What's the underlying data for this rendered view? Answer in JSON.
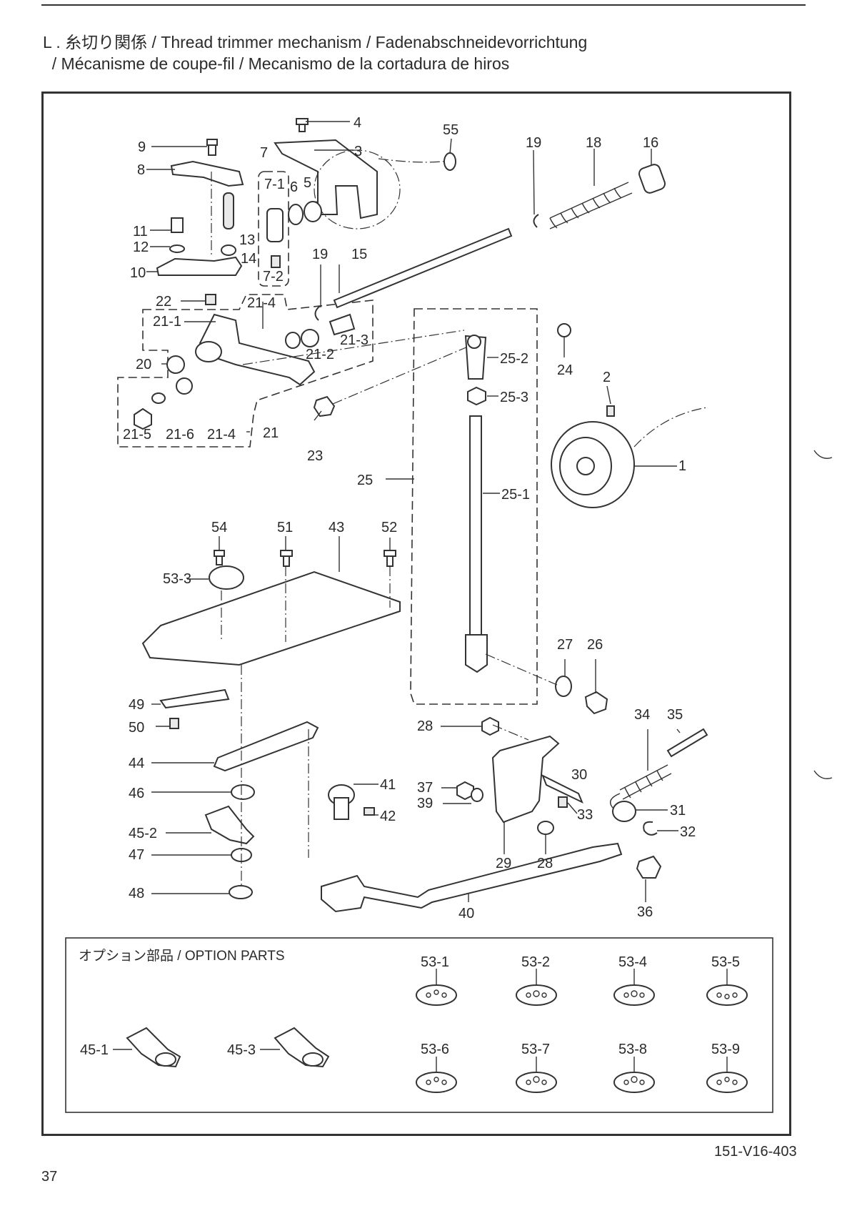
{
  "header": {
    "title_line1": "L . 糸切り関係 / Thread trimmer mechanism / Fadenabschneidevorrichtung",
    "title_line2": "  / Mécanisme de coupe-fil / Mecanismo de la cortadura de hiros"
  },
  "diagram": {
    "labels": {
      "p1": "1",
      "p2": "2",
      "p3": "3",
      "p4": "4",
      "p5": "5",
      "p6": "6",
      "p7": "7",
      "p7_1": "7-1",
      "p7_2": "7-2",
      "p8": "8",
      "p9": "9",
      "p10": "10",
      "p11": "11",
      "p12": "12",
      "p13": "13",
      "p14": "14",
      "p15": "15",
      "p16": "16",
      "p18": "18",
      "p19a": "19",
      "p19b": "19",
      "p20": "20",
      "p21": "21",
      "p21_1": "21-1",
      "p21_2": "21-2",
      "p21_3": "21-3",
      "p21_4a": "21-4",
      "p21_4b": "21-4",
      "p21_5": "21-5",
      "p21_6": "21-6",
      "p22": "22",
      "p23": "23",
      "p24": "24",
      "p25": "25",
      "p25_1": "25-1",
      "p25_2": "25-2",
      "p25_3": "25-3",
      "p26": "26",
      "p27": "27",
      "p28a": "28",
      "p28b": "28",
      "p29": "29",
      "p30": "30",
      "p31": "31",
      "p32": "32",
      "p33": "33",
      "p34": "34",
      "p35": "35",
      "p36": "36",
      "p37": "37",
      "p39": "39",
      "p40": "40",
      "p41": "41",
      "p42": "42",
      "p43": "43",
      "p44": "44",
      "p45_2": "45-2",
      "p46": "46",
      "p47": "47",
      "p48": "48",
      "p49": "49",
      "p50": "50",
      "p51": "51",
      "p52": "52",
      "p53_3": "53-3",
      "p54": "54",
      "p55": "55"
    }
  },
  "options": {
    "title": "オプション部品 / OPTION PARTS",
    "labels": {
      "o45_1": "45-1",
      "o45_3": "45-3",
      "o53_1": "53-1",
      "o53_2": "53-2",
      "o53_4": "53-4",
      "o53_5": "53-5",
      "o53_6": "53-6",
      "o53_7": "53-7",
      "o53_8": "53-8",
      "o53_9": "53-9"
    }
  },
  "footer": {
    "doc_code": "151-V16-403",
    "page_number": "37"
  }
}
